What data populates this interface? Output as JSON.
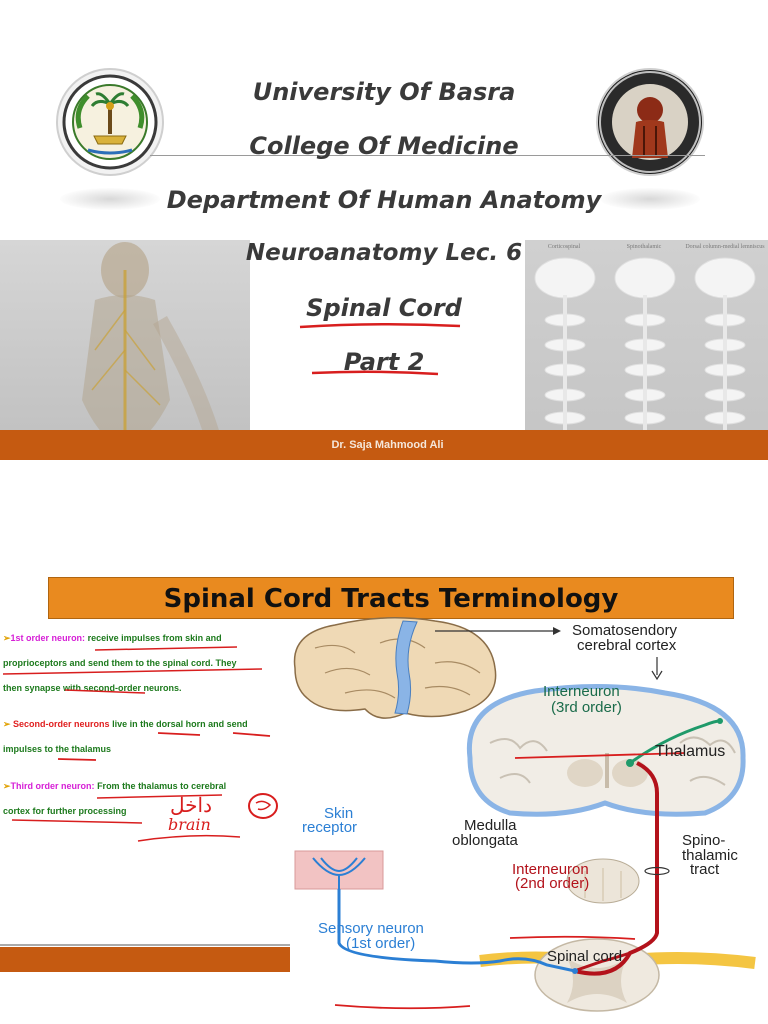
{
  "slide1": {
    "title_lines": [
      "University Of Basra",
      "College Of Medicine",
      "Department Of Human Anatomy",
      "Neuroanatomy Lec. 6",
      "Spinal Cord",
      "Part 2"
    ],
    "author": "Dr. Saja Mahmood Ali",
    "model_labels": [
      "Corticospinal",
      "Spinothalamic",
      "Dorsal column-medial lemniscus"
    ]
  },
  "slide2": {
    "banner_title": "Spinal Cord Tracts Terminology",
    "notes": {
      "n1_term": "1st order neuron:",
      "n1_a": "receive impulses from skin and",
      "n1_b": "proprioceptors and send them to the spinal cord. They",
      "n1_c": "then synapse with second-order neurons.",
      "n2_term": "Second-order neurons",
      "n2_a": "live in the dorsal horn and send",
      "n2_b": "impulses to the thalamus",
      "n3_term": "Third order neuron:",
      "n3_a": "From the thalamus to cerebral",
      "n3_b": "cortex for further processing"
    },
    "handwriting": {
      "arabic": "داخل",
      "latin": "brain"
    },
    "diagram": {
      "somato_1": "Somatosendory",
      "somato_2": "cerebral cortex",
      "inter3_1": "Interneuron",
      "inter3_2": "(3rd order)",
      "thalamus": "Thalamus",
      "medulla_1": "Medulla",
      "medulla_2": "oblongata",
      "spino_1": "Spino-",
      "spino_2": "thalamic",
      "spino_3": "tract",
      "skin_1": "Skin",
      "skin_2": "receptor",
      "inter2_1": "Interneuron",
      "inter2_2": "(2nd order)",
      "sensory_1": "Sensory neuron",
      "sensory_2": "(1st order)",
      "spinal_cord": "Spinal cord"
    },
    "colors": {
      "banner": "#e98a1f",
      "orange_bar": "#c55a11",
      "tract_red": "#b3121b",
      "sensory_blue": "#2b7fd4",
      "interneuron_green": "#1f9a6a",
      "annotation_red": "#d81e1e"
    }
  }
}
